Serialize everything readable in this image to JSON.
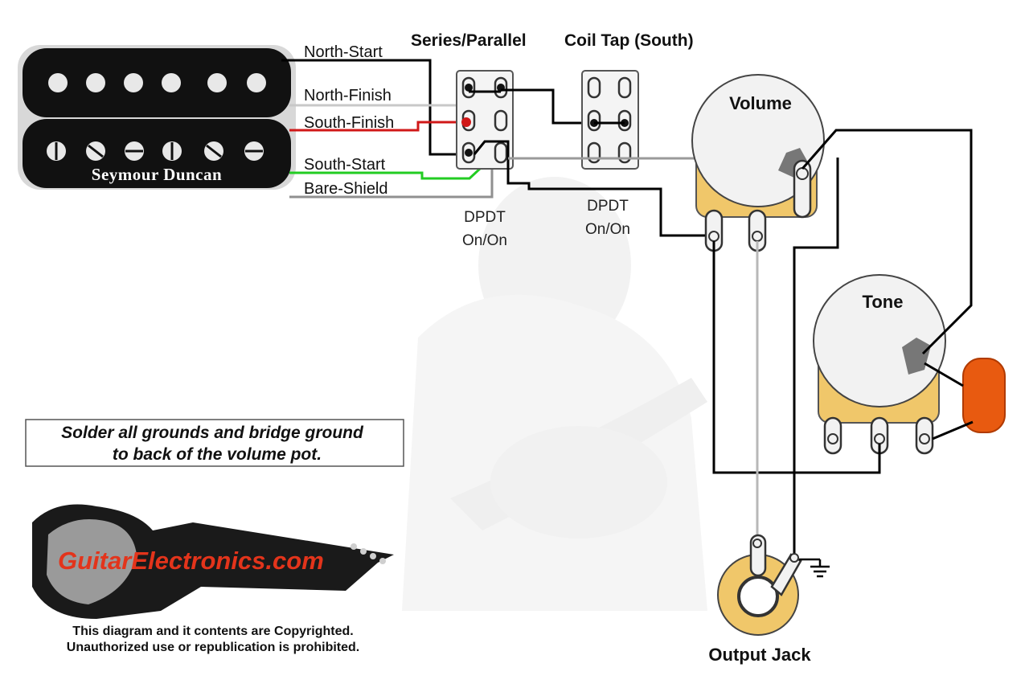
{
  "pickup": {
    "brand": "Seymour Duncan",
    "wires": {
      "north_start": "North-Start",
      "north_finish": "North-Finish",
      "south_finish": "South-Finish",
      "south_start": "South-Start",
      "bare_shield": "Bare-Shield"
    },
    "colors": {
      "north_start": "#000000",
      "north_finish": "#c8c8c8",
      "south_finish": "#d01818",
      "south_start": "#22cc22",
      "bare_shield": "#909090"
    }
  },
  "switches": {
    "series_parallel": {
      "title": "Series/Parallel",
      "type_line1": "DPDT",
      "type_line2": "On/On"
    },
    "coil_tap": {
      "title": "Coil Tap (South)",
      "type_line1": "DPDT",
      "type_line2": "On/On"
    }
  },
  "pots": {
    "volume": {
      "label": "Volume"
    },
    "tone": {
      "label": "Tone"
    }
  },
  "jack": {
    "label": "Output Jack"
  },
  "note": {
    "line1": "Solder all grounds and bridge ground",
    "line2": "to back of the volume pot."
  },
  "logo": {
    "site": "GuitarElectronics.com"
  },
  "copyright": {
    "line1": "This diagram and it contents are Copyrighted.",
    "line2": "Unauthorized use or republication is prohibited."
  },
  "colors": {
    "pot_body": "#f0c76a",
    "pot_face": "#f2f2f2",
    "capacitor": "#e85a10",
    "jack_ring": "#f0c76a"
  }
}
